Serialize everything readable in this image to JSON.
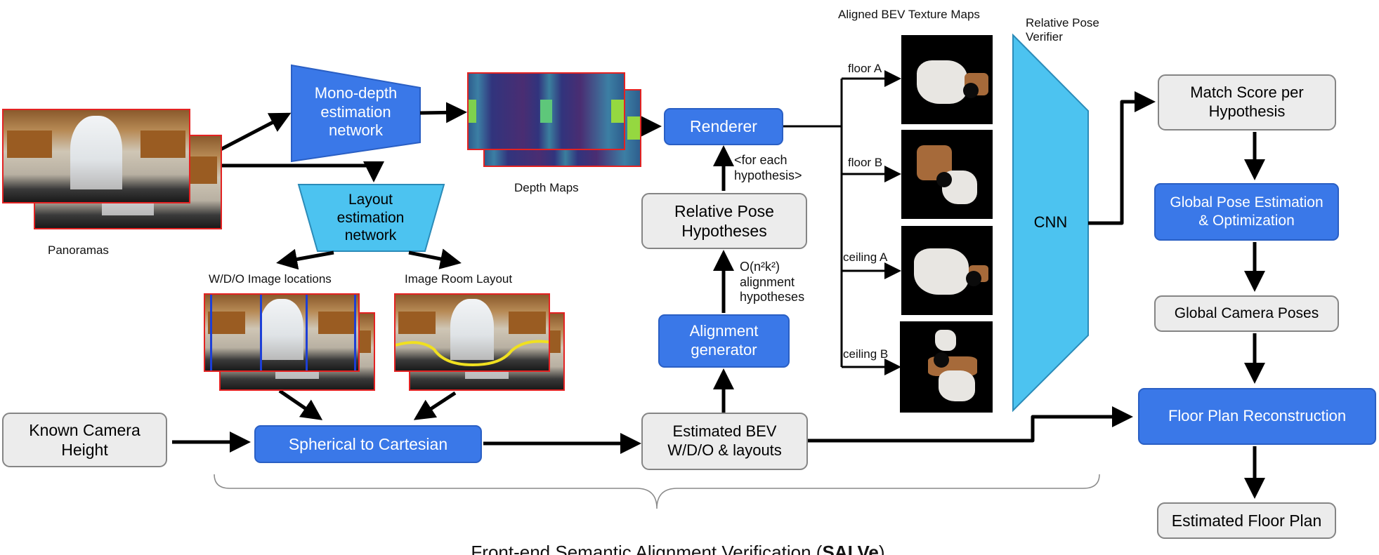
{
  "nodes": {
    "mono_depth": "Mono-depth\nestimation\nnetwork",
    "layout_net": "Layout\nestimation\nnetwork",
    "renderer": "Renderer",
    "relative_pose_hyp": "Relative Pose\nHypotheses",
    "alignment_generator": "Alignment\ngenerator",
    "known_camera_height": "Known Camera\nHeight",
    "spherical_to_cartesian": "Spherical to Cartesian",
    "estimated_bev": "Estimated BEV\nW/D/O & layouts",
    "cnn": "CNN",
    "match_score": "Match Score per\nHypothesis",
    "global_pose_est": "Global Pose Estimation\n& Optimization",
    "global_camera_poses": "Global Camera Poses",
    "floor_plan_recon": "Floor Plan Reconstruction",
    "estimated_floor_plan": "Estimated Floor Plan"
  },
  "labels": {
    "panoramas": "Panoramas",
    "depth_maps": "Depth Maps",
    "wdo_image_locations": "W/D/O Image locations",
    "image_room_layout": "Image Room Layout",
    "aligned_bev": "Aligned BEV Texture Maps",
    "relative_pose_verifier": "Relative Pose\nVerifier",
    "for_each_hyp": "<for each\nhypothesis>",
    "complexity": "O(n²k²)\nalignment\nhypotheses",
    "floor_a": "floor A",
    "floor_b": "floor B",
    "ceiling_a": "ceiling A",
    "ceiling_b": "ceiling B"
  },
  "footer": {
    "prefix": "Front-end Semantic Alignment Verification (",
    "acronym": "SALVe",
    "suffix": ")"
  },
  "colors": {
    "primary_blue": "#3a78e8",
    "light_blue": "#4cc3f0",
    "gray_box": "#ececec",
    "image_border": "#e32222",
    "layout_line": "#f0e020",
    "wdo_line": "#1d3fd6"
  }
}
